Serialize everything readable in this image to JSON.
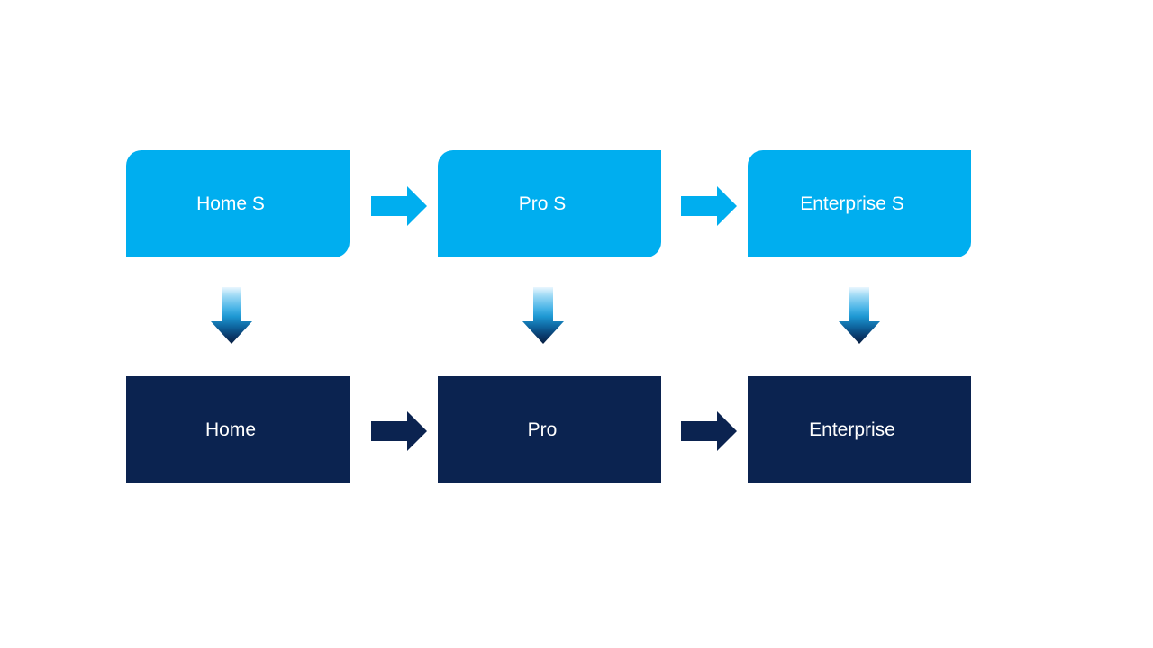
{
  "page": {
    "type": "upgrade-path-diagram",
    "background": "#FFFFFF"
  },
  "colors": {
    "accent_light_blue": "#00AEEF",
    "accent_dark_navy": "#0B2350",
    "label_text": "#FFFFFF"
  },
  "diagram": {
    "columns": [
      {
        "top_label": "Home S",
        "bottom_label": "Home"
      },
      {
        "top_label": "Pro S",
        "bottom_label": "Pro"
      },
      {
        "top_label": "Enterprise S",
        "bottom_label": "Enterprise"
      }
    ],
    "connections": {
      "horizontal_top": [
        [
          "Home S",
          "Pro S"
        ],
        [
          "Pro S",
          "Enterprise S"
        ]
      ],
      "horizontal_bottom": [
        [
          "Home",
          "Pro"
        ],
        [
          "Pro",
          "Enterprise"
        ]
      ],
      "vertical": [
        [
          "Home S",
          "Home"
        ],
        [
          "Pro S",
          "Pro"
        ],
        [
          "Enterprise S",
          "Enterprise"
        ]
      ]
    },
    "icons": {
      "right_arrow": "right-arrow-icon",
      "down_arrow": "down-arrow-icon"
    }
  }
}
